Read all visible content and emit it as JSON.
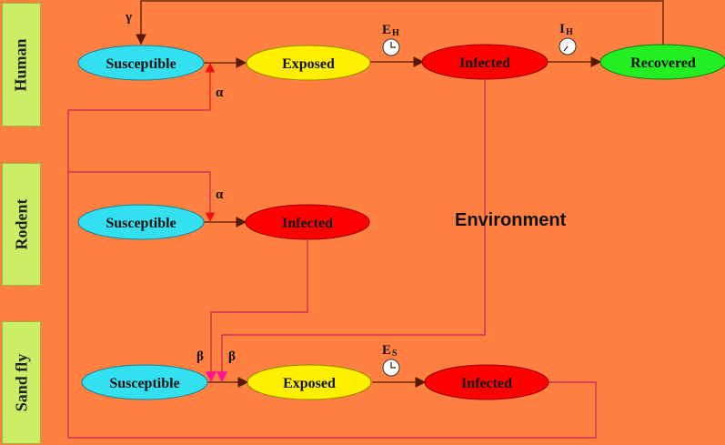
{
  "groups": [
    {
      "label": "Human"
    },
    {
      "label": "Rodent"
    },
    {
      "label": "Sand fly"
    }
  ],
  "nodes": {
    "human_susceptible": "Susceptible",
    "human_exposed": "Exposed",
    "human_infected": "Infected",
    "human_recovered": "Recovered",
    "rodent_susceptible": "Susceptible",
    "rodent_infected": "Infected",
    "fly_susceptible": "Susceptible",
    "fly_exposed": "Exposed",
    "fly_infected": "Infected"
  },
  "rates": {
    "gamma": "γ",
    "alpha_human": "α",
    "alpha_rodent": "α",
    "beta_left": "β",
    "beta_right": "β",
    "e_human_main": "E",
    "e_human_sub": "H",
    "i_human_main": "I",
    "i_human_sub": "H",
    "e_fly_main": "E",
    "e_fly_sub": "S"
  },
  "environment_label": "Environment",
  "colors": {
    "background": "#FF8040",
    "susceptible": "#33E0F0",
    "exposed": "#FFF000",
    "infected": "#FF0000",
    "recovered": "#22EE22",
    "tab": "#CCEE66",
    "flow": "#CC1F5A",
    "arrow_dark": "#551A00"
  },
  "icons": [
    "clock-icon"
  ]
}
